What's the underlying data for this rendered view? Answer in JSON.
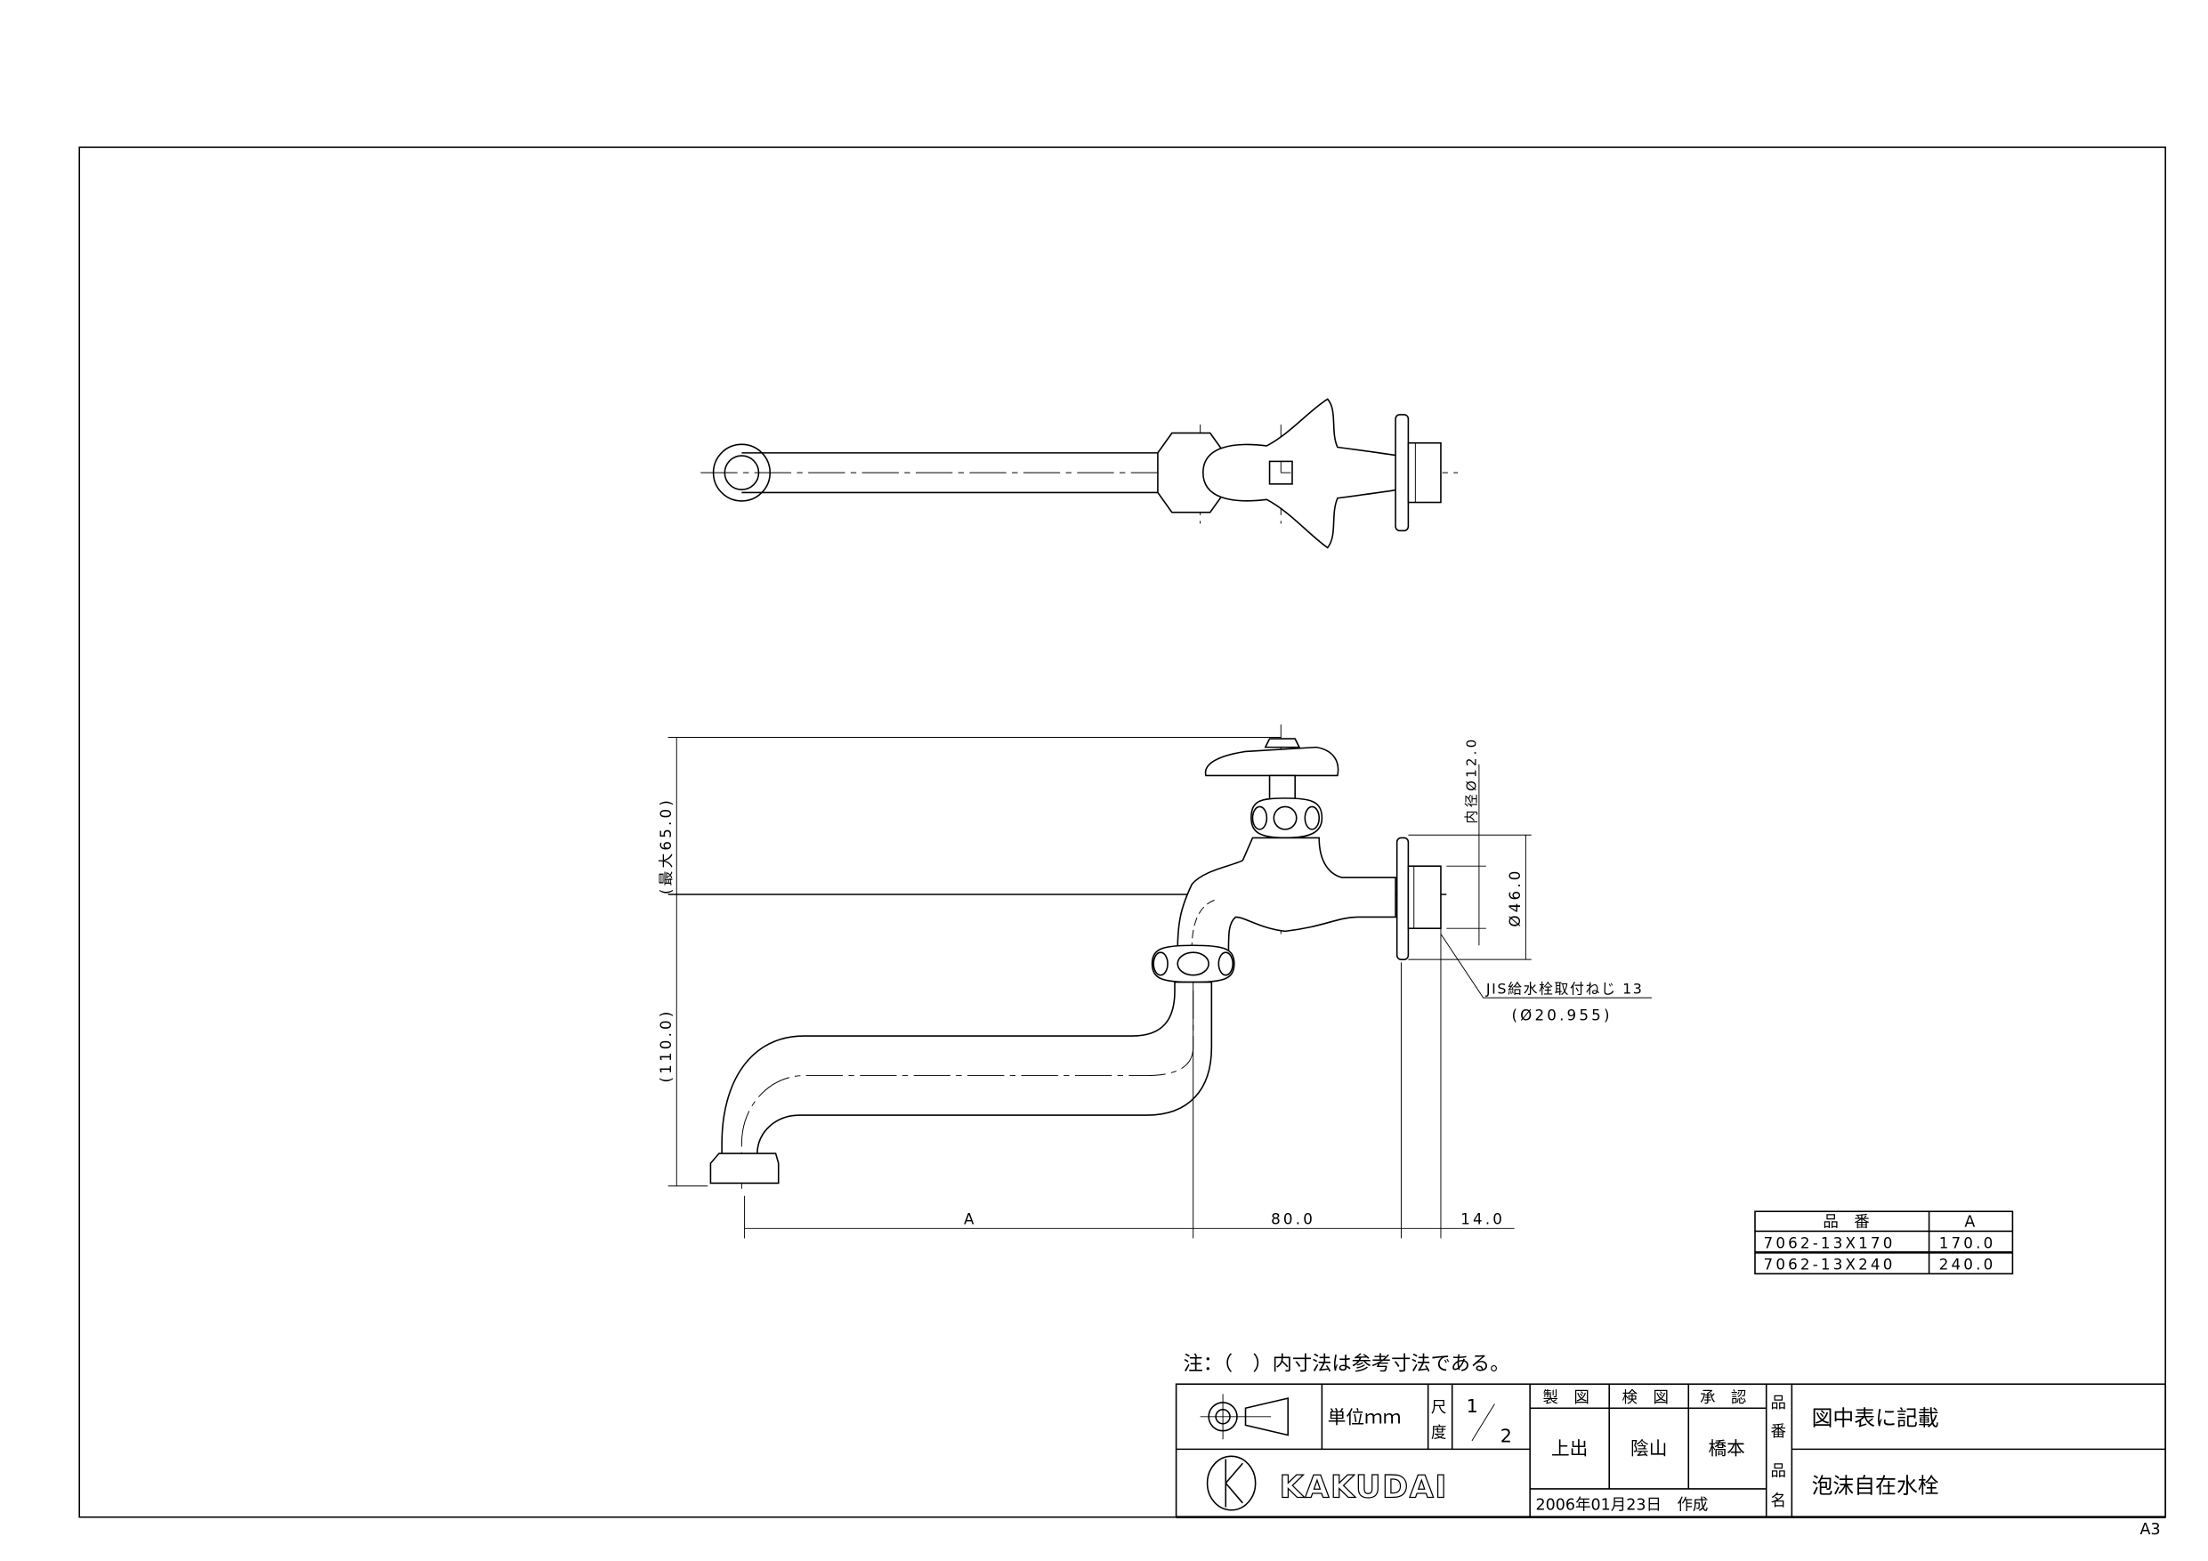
{
  "sheet_size": "A3",
  "dimensions": {
    "max_height": "(最大65.0)",
    "height": "(110.0)",
    "inner_diameter": "内径Ø12.0",
    "flange_diameter": "Ø46.0",
    "thread_label": "JIS給水栓取付ねじ 13",
    "thread_diameter": "(Ø20.955)",
    "length_a": "A",
    "length_80": "80.0",
    "length_14": "14.0"
  },
  "parts_table": {
    "headers": [
      "品　番",
      "A"
    ],
    "rows": [
      {
        "part_no": "7062-13X170",
        "a": "170.0"
      },
      {
        "part_no": "7062-13X240",
        "a": "240.0"
      }
    ]
  },
  "note": "注：（　）内寸法は参考寸法である。",
  "title_block": {
    "unit": "単位ｍｍ",
    "scale_label_1": "尺",
    "scale_label_2": "度",
    "scale_num": "1",
    "scale_den": "2",
    "drawn_label": "製　図",
    "checked_label": "検　図",
    "approved_label": "承　認",
    "drawn_by": "上出",
    "checked_by": "陰山",
    "approved_by": "橋本",
    "date": "2006年01月23日　作成",
    "part_no_label_1": "品",
    "part_no_label_2": "番",
    "part_no": "図中表に記載",
    "part_name_label_1": "品",
    "part_name_label_2": "名",
    "part_name": "泡沫自在水栓",
    "logo": "KAKUDAI"
  }
}
